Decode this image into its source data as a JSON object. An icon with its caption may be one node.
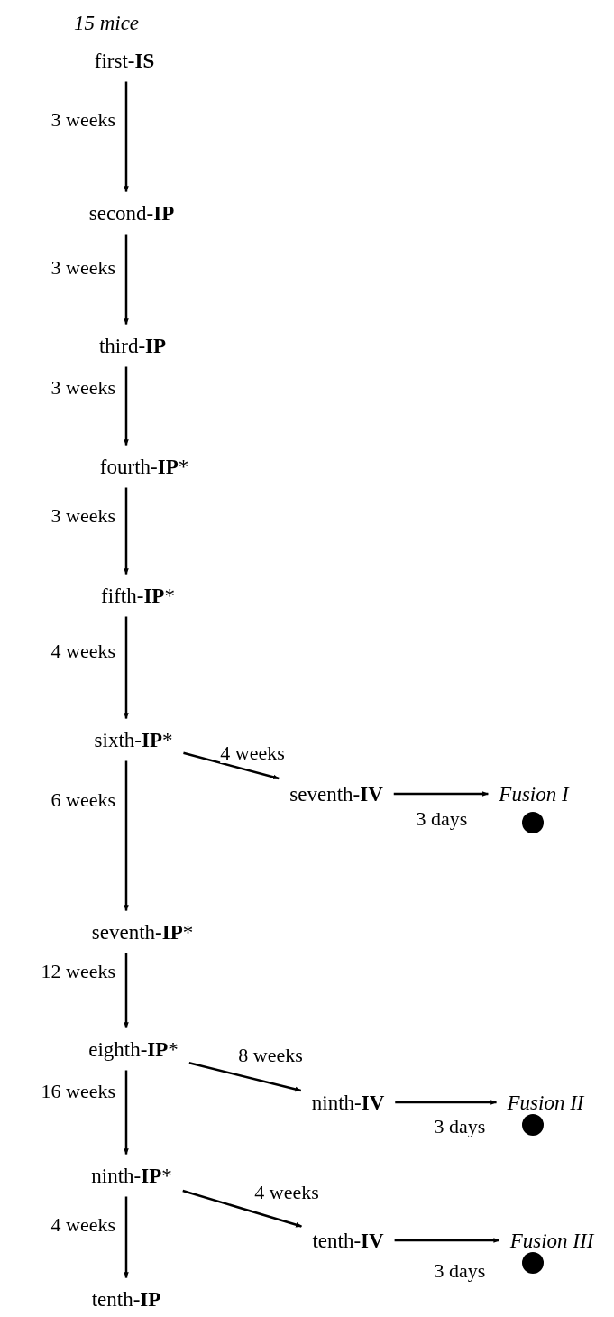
{
  "diagram": {
    "nodes": [
      {
        "text": [
          "first-**IS**"
        ]
      },
      {
        "text": [
          "second-**IP**"
        ]
      },
      {
        "text": [
          "third-**IP**"
        ]
      },
      {
        "text": [
          "fourth-**IP***"
        ]
      },
      {
        "text": [
          "fifth-**IP***"
        ]
      },
      {
        "text": [
          "sixth-**IP***"
        ]
      },
      {
        "text": [
          "seventh-**IV**"
        ]
      },
      {
        "text": [
          "Fusion I"
        ]
      },
      {
        "text": [],
        "shape": "circle"
      },
      {
        "text": [
          "seventh-**IP***"
        ]
      },
      {
        "text": [
          "eighth-**IP***"
        ]
      },
      {
        "text": [
          "ninth-**IV**"
        ]
      },
      {
        "text": [
          "Fusion II"
        ]
      },
      {
        "text": [],
        "shape": "circle"
      },
      {
        "text": [
          "ninth-**IP***"
        ]
      },
      {
        "text": [
          "tenth-**IV**"
        ]
      },
      {
        "text": [
          "Fusion III"
        ]
      },
      {
        "text": [],
        "shape": "circle"
      },
      {
        "text": [
          "tenth-**IP**"
        ]
      }
    ],
    "edges": [
      {
        "from": 0,
        "to": 1,
        "arrow": "to",
        "label": "3 weeks"
      },
      {
        "from": 1,
        "to": 2,
        "arrow": "to",
        "label": "3 weeks"
      },
      {
        "from": 2,
        "to": 3,
        "arrow": "to",
        "label": "3 weeks"
      },
      {
        "from": 3,
        "to": 4,
        "arrow": "to",
        "label": "3 weeks"
      },
      {
        "from": 4,
        "to": 5,
        "arrow": "to",
        "label": "4 weeks"
      },
      {
        "from": 5,
        "to": 6,
        "arrow": "to",
        "label": "4 weeks"
      },
      {
        "from": 6,
        "to": 7,
        "arrow": "to",
        "label": "3 days"
      },
      {
        "from": 5,
        "to": 9,
        "arrow": "to",
        "label": "6 weeks"
      },
      {
        "from": 9,
        "to": 10,
        "arrow": "to",
        "label": "12 weeks"
      },
      {
        "from": 10,
        "to": 11,
        "arrow": "to",
        "label": "8 weeks"
      },
      {
        "from": 11,
        "to": 12,
        "arrow": "to",
        "label": "3 days"
      },
      {
        "from": 10,
        "to": 14,
        "arrow": "to",
        "label": "16 weeks"
      },
      {
        "from": 14,
        "to": 15,
        "arrow": "to",
        "label": "4 weeks"
      },
      {
        "from": 15,
        "to": 16,
        "arrow": "to",
        "label": "3 days"
      },
      {
        "from": 14,
        "to": 18,
        "arrow": "to",
        "label": "4 weeks"
      }
    ],
    "labels": [
      "15 mice"
    ]
  }
}
